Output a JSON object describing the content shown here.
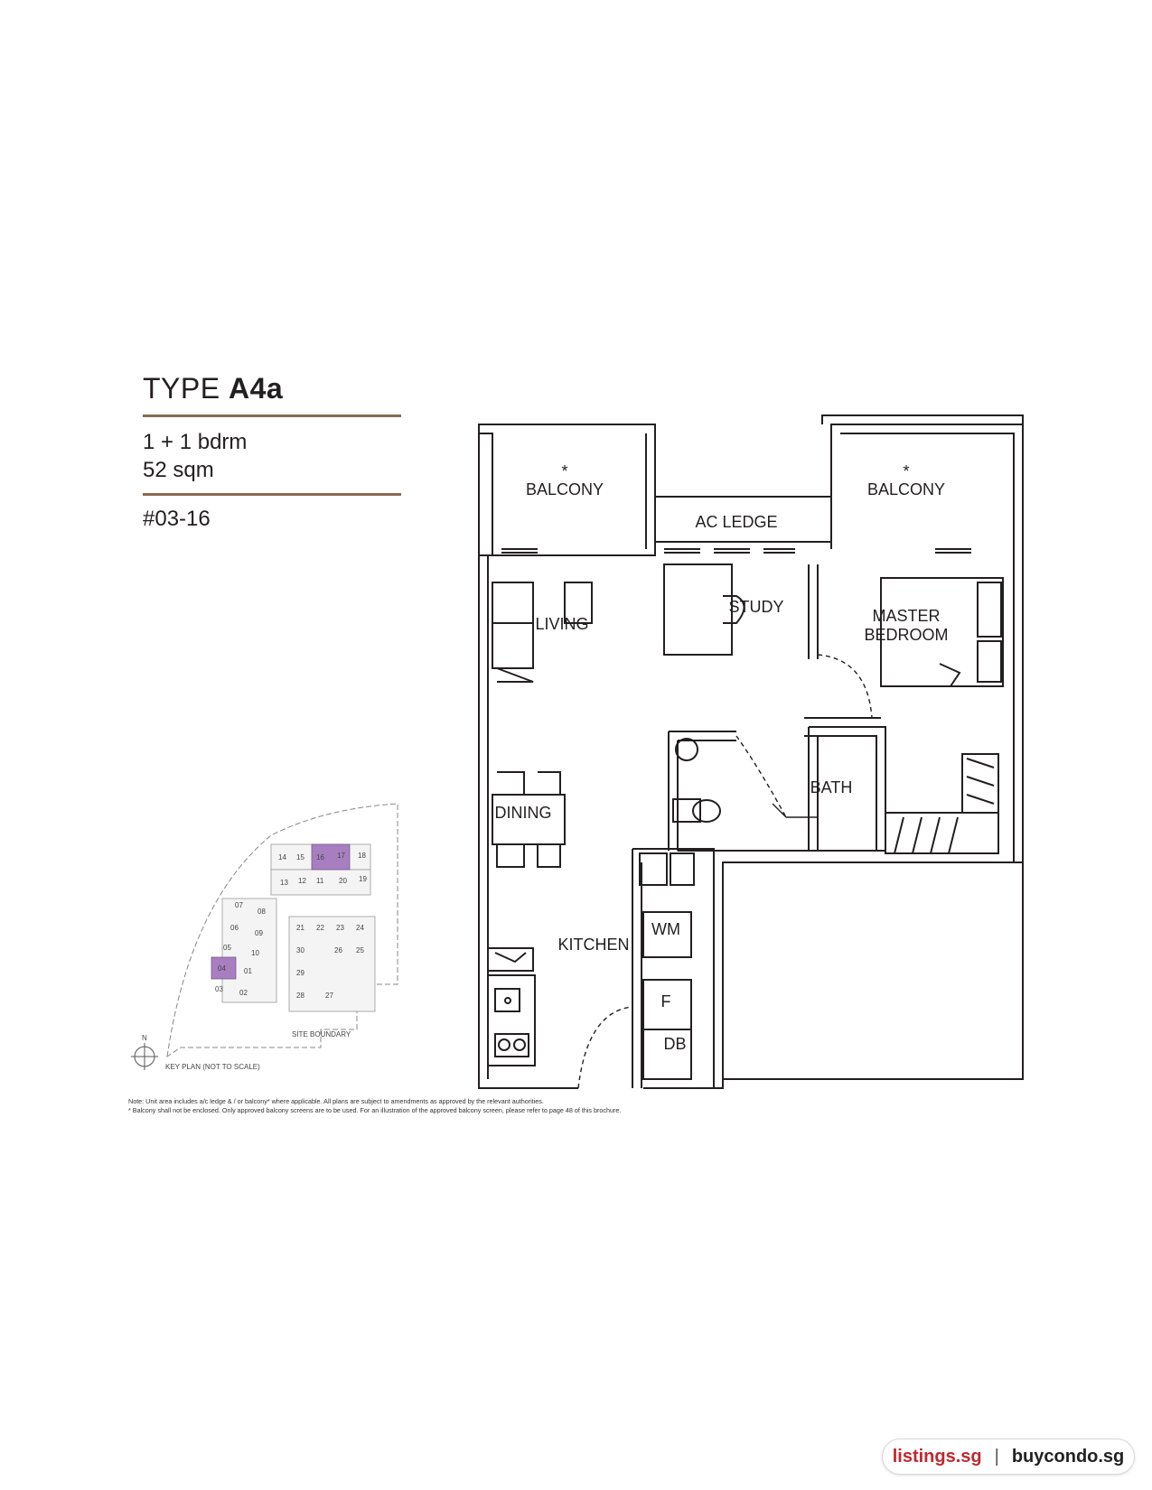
{
  "header": {
    "type_prefix": "TYPE",
    "type_code": "A4a",
    "bedrooms": "1 + 1 bdrm",
    "area": "52 sqm",
    "unit_number": "#03-16"
  },
  "rooms": {
    "balcony_left": "BALCONY",
    "balcony_right": "BALCONY",
    "star": "*",
    "ac_ledge": "AC LEDGE",
    "study": "STUDY",
    "living": "LIVING",
    "master_1": "MASTER",
    "master_2": "BEDROOM",
    "bath": "BATH",
    "dining": "DINING",
    "kitchen": "KITCHEN",
    "wm": "WM",
    "f": "F",
    "db": "DB"
  },
  "key_plan": {
    "north": "N",
    "caption": "KEY PLAN (NOT TO SCALE)",
    "site_boundary": "SITE BOUNDARY",
    "units": [
      "14",
      "15",
      "16",
      "17",
      "18",
      "13",
      "12",
      "11",
      "20",
      "19",
      "07",
      "08",
      "06",
      "09",
      "05",
      "10",
      "04",
      "01",
      "03",
      "02",
      "21",
      "22",
      "23",
      "24",
      "30",
      "26",
      "25",
      "29",
      "28",
      "27"
    ],
    "highlight_color": "#a77fc0"
  },
  "notes": {
    "line1": "Note: Unit area includes a/c ledge & / or balcony* where applicable. All plans are subject to amendments as approved by the relevant authorities.",
    "line2": "* Balcony shall not be enclosed. Only approved balcony screens are to be used. For an illustration of the approved balcony screen, please refer to page 48 of this brochure."
  },
  "watermark": {
    "site1": "listings.sg",
    "separator": "|",
    "site2": "buycondo.sg"
  }
}
